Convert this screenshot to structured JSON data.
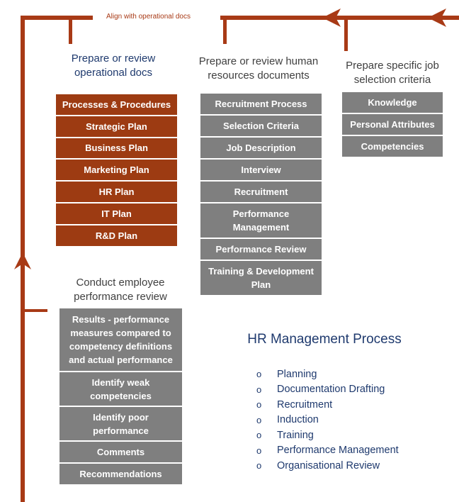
{
  "top_label": "Align with operational docs",
  "operational": {
    "title": "Prepare or review operational docs",
    "items": [
      "Processes & Procedures",
      "Strategic Plan",
      "Business Plan",
      "Marketing Plan",
      "HR Plan",
      "IT Plan",
      "R&D Plan"
    ]
  },
  "hr_documents": {
    "title": "Prepare or review human resources documents",
    "items": [
      "Recruitment Process",
      "Selection Criteria",
      "Job Description",
      "Interview",
      "Recruitment",
      "Performance Management",
      "Performance Review",
      "Training & Development Plan"
    ]
  },
  "job_criteria": {
    "title": "Prepare specific job selection criteria",
    "items": [
      "Knowledge",
      "Personal Attributes",
      "Competencies"
    ]
  },
  "performance_review": {
    "title": "Conduct employee performance review",
    "items": [
      "Results - performance measures compared to competency definitions and actual performance",
      "Identify weak competencies",
      "Identify poor performance",
      "Comments",
      "Recommendations"
    ]
  },
  "process": {
    "title": "HR Management Process",
    "bullet": "o",
    "steps": [
      "Planning",
      "Documentation Drafting",
      "Recruitment",
      "Induction",
      "Training",
      "Performance Management",
      "Organisational Review"
    ]
  },
  "colors": {
    "arrow": "#a83a16",
    "operational_box": "#9d3b12",
    "hr_box": "#7f7f7f",
    "title_blue": "#1f3a6e",
    "title_gray": "#404040"
  }
}
